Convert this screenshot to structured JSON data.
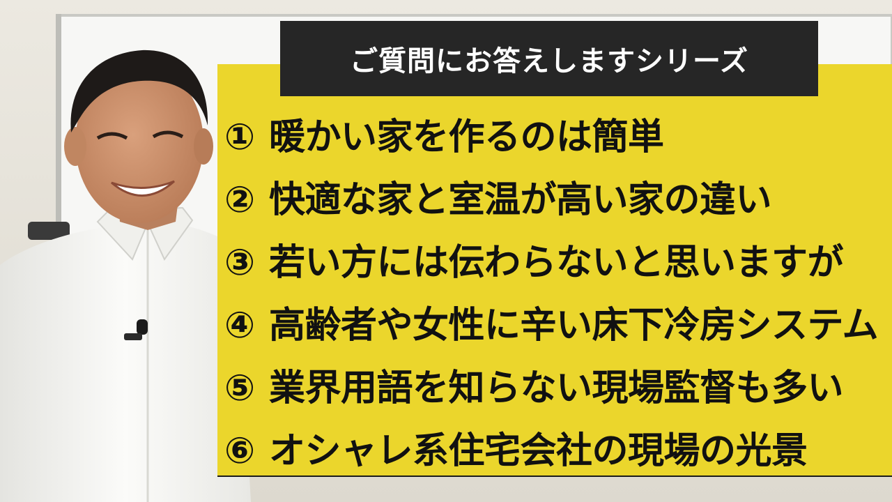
{
  "title": "ご質問にお答えしますシリーズ",
  "items": [
    {
      "num": "①",
      "text": "暖かい家を作るのは簡単"
    },
    {
      "num": "②",
      "text": "快適な家と室温が高い家の違い"
    },
    {
      "num": "③",
      "text": "若い方には伝わらないと思いますが"
    },
    {
      "num": "④",
      "text": "高齢者や女性に辛い床下冷房システム"
    },
    {
      "num": "⑤",
      "text": "業界用語を知らない現場監督も多い"
    },
    {
      "num": "⑥",
      "text": "オシャレ系住宅会社の現場の光景"
    }
  ],
  "colors": {
    "panel": "#ebd62c",
    "title_bg": "#262626",
    "title_text": "#ffffff",
    "item_text": "#111111",
    "shirt": "#f4f4f2",
    "skin": "#c98e6b",
    "hair": "#1e1a18",
    "whiteboard": "#f7f7f5"
  },
  "icons": [
    "presenter-photo",
    "lapel-microphone-icon"
  ]
}
